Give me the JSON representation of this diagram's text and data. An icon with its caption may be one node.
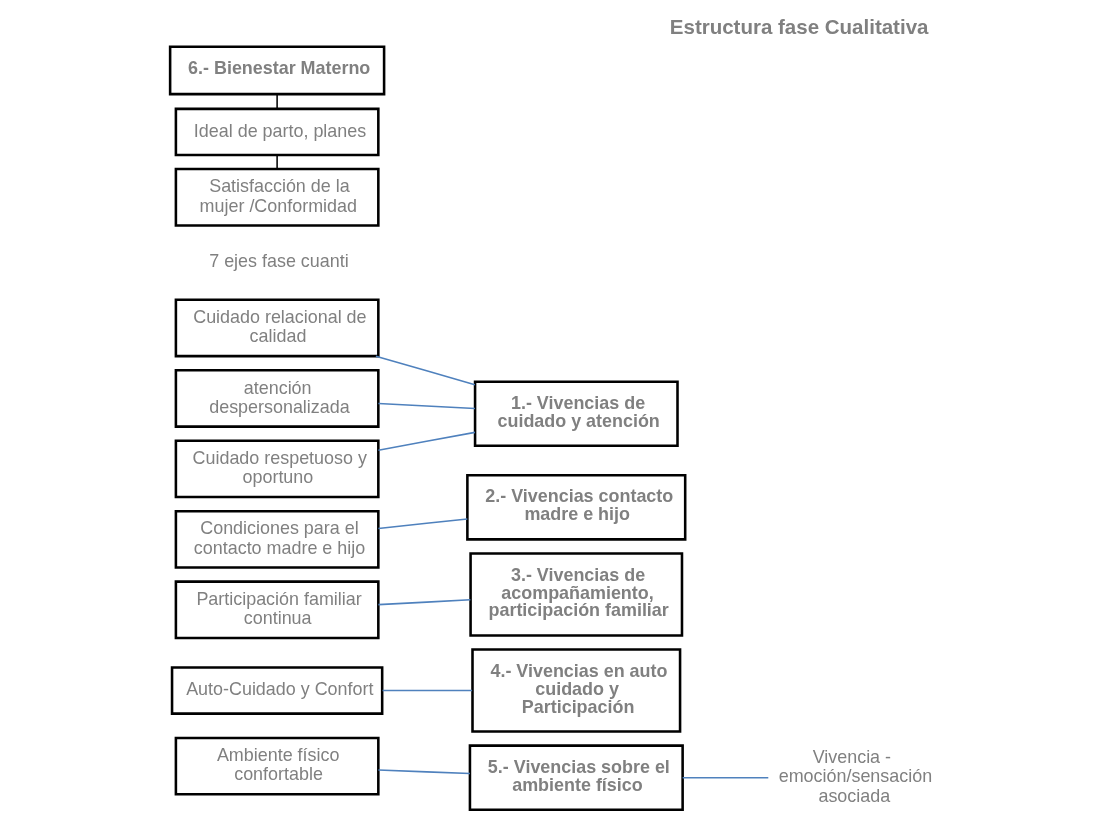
{
  "diagram": {
    "title": "Estructura fase Cualitativa",
    "nodes": [
      {
        "text": [
          "Cuidado relacional de calidad"
        ]
      },
      {
        "text": [
          "atención despersonalizada"
        ]
      },
      {
        "text": [
          "Cuidado respetuoso y oportuno"
        ]
      },
      {
        "text": [
          "1.- Vivencias de cuidado y atención"
        ]
      },
      {
        "text": [
          "2.- Vivencias contacto madre e hijo"
        ]
      },
      {
        "text": [
          "Condiciones para el contacto madre e hijo"
        ]
      },
      {
        "text": [
          "3.- Vivencias de acompañamiento, participación familiar"
        ]
      },
      {
        "text": [
          "Participación familiar continua"
        ]
      },
      {
        "text": [
          "Auto-Cuidado y Confort"
        ]
      },
      {
        "text": [
          "4.- Vivencias en auto cuidado y Participación"
        ]
      },
      {
        "text": [
          "Ambiente físico confortable"
        ]
      },
      {
        "text": [
          "5.- Vivencias sobre el ambiente físico"
        ]
      },
      {
        "text": [
          "Vivencia -  emoción/sensación asociada"
        ]
      },
      {
        "text": [
          "6.- Bienestar Materno"
        ]
      },
      {
        "text": [
          "Ideal de parto, planes"
        ]
      },
      {
        "text": [
          "Satisfacción de la mujer /Conformidad"
        ]
      }
    ],
    "edges": [
      {
        "from": 0,
        "to": 3,
        "arrow": "none"
      },
      {
        "from": 1,
        "to": 3,
        "arrow": "none"
      },
      {
        "from": 2,
        "to": 3,
        "arrow": "none"
      },
      {
        "from": 5,
        "to": 4,
        "arrow": "none"
      },
      {
        "from": 7,
        "to": 6,
        "arrow": "none"
      },
      {
        "from": 8,
        "to": 9,
        "arrow": "none"
      },
      {
        "from": 10,
        "to": 11,
        "arrow": "none"
      },
      {
        "from": 11,
        "to": 12,
        "arrow": "none"
      },
      {
        "from": 13,
        "to": 14,
        "arrow": "none",
        "color": "#000000"
      },
      {
        "from": 14,
        "to": 15,
        "arrow": "none",
        "color": "#000000"
      }
    ],
    "labels": [
      "7 ejes fase cuanti"
    ]
  }
}
